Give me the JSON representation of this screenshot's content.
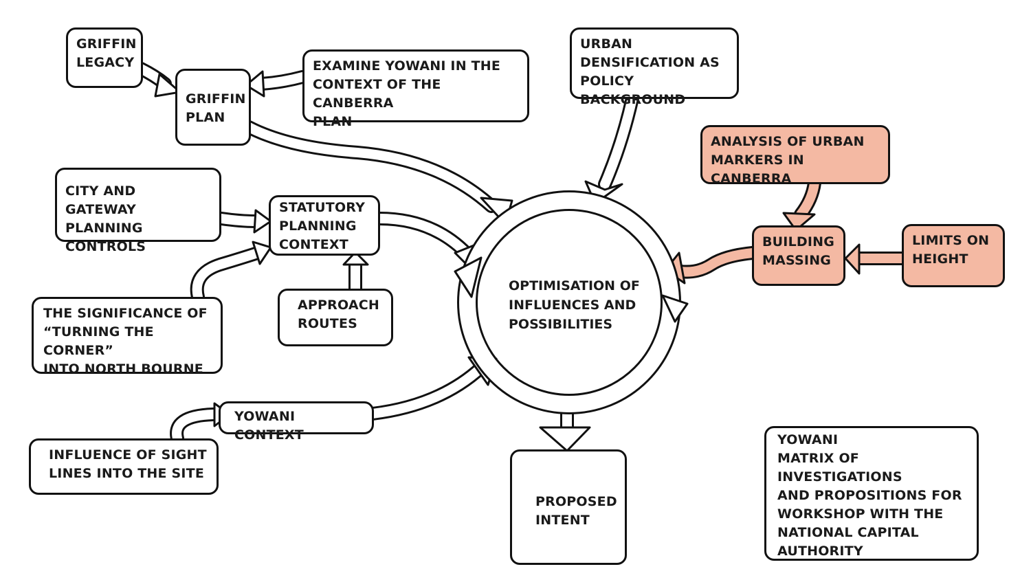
{
  "center": {
    "label": "Optimisation of\ninfluences and\npossibilities"
  },
  "boxes": {
    "griffin_legacy": "Griffin\nLegacy",
    "griffin_plan": "Griffin\nPlan",
    "examine_yowani": "Examine Yowani in the\ncontext of the Canberra\nplan",
    "urban_densification": "Urban\ndensification as\npolicy background",
    "analysis_urban_markers": "Analysis of urban\nmarkers in Canberra",
    "city_gateway": "City and Gateway\nplanning controls",
    "statutory_planning": "Statutory\nplanning\ncontext",
    "building_massing": "Building\nmassing",
    "limits_height": "Limits on\nheight",
    "approach_routes": "Approach\nroutes",
    "turning_corner": "The significance of\n“Turning the corner”\ninto North Bourne",
    "yowani_context": "Yowani context",
    "sight_lines": "Influence of sight\nlines into the site",
    "proposed_intent": "Proposed\nintent",
    "yowani_title": "Yowani\nMatrix of investigations\nand propositions for\nworkshop with the\nNational Capital\nAuthority"
  },
  "colors": {
    "highlight": "#f4b9a3",
    "stroke": "#111111",
    "background": "#ffffff"
  }
}
